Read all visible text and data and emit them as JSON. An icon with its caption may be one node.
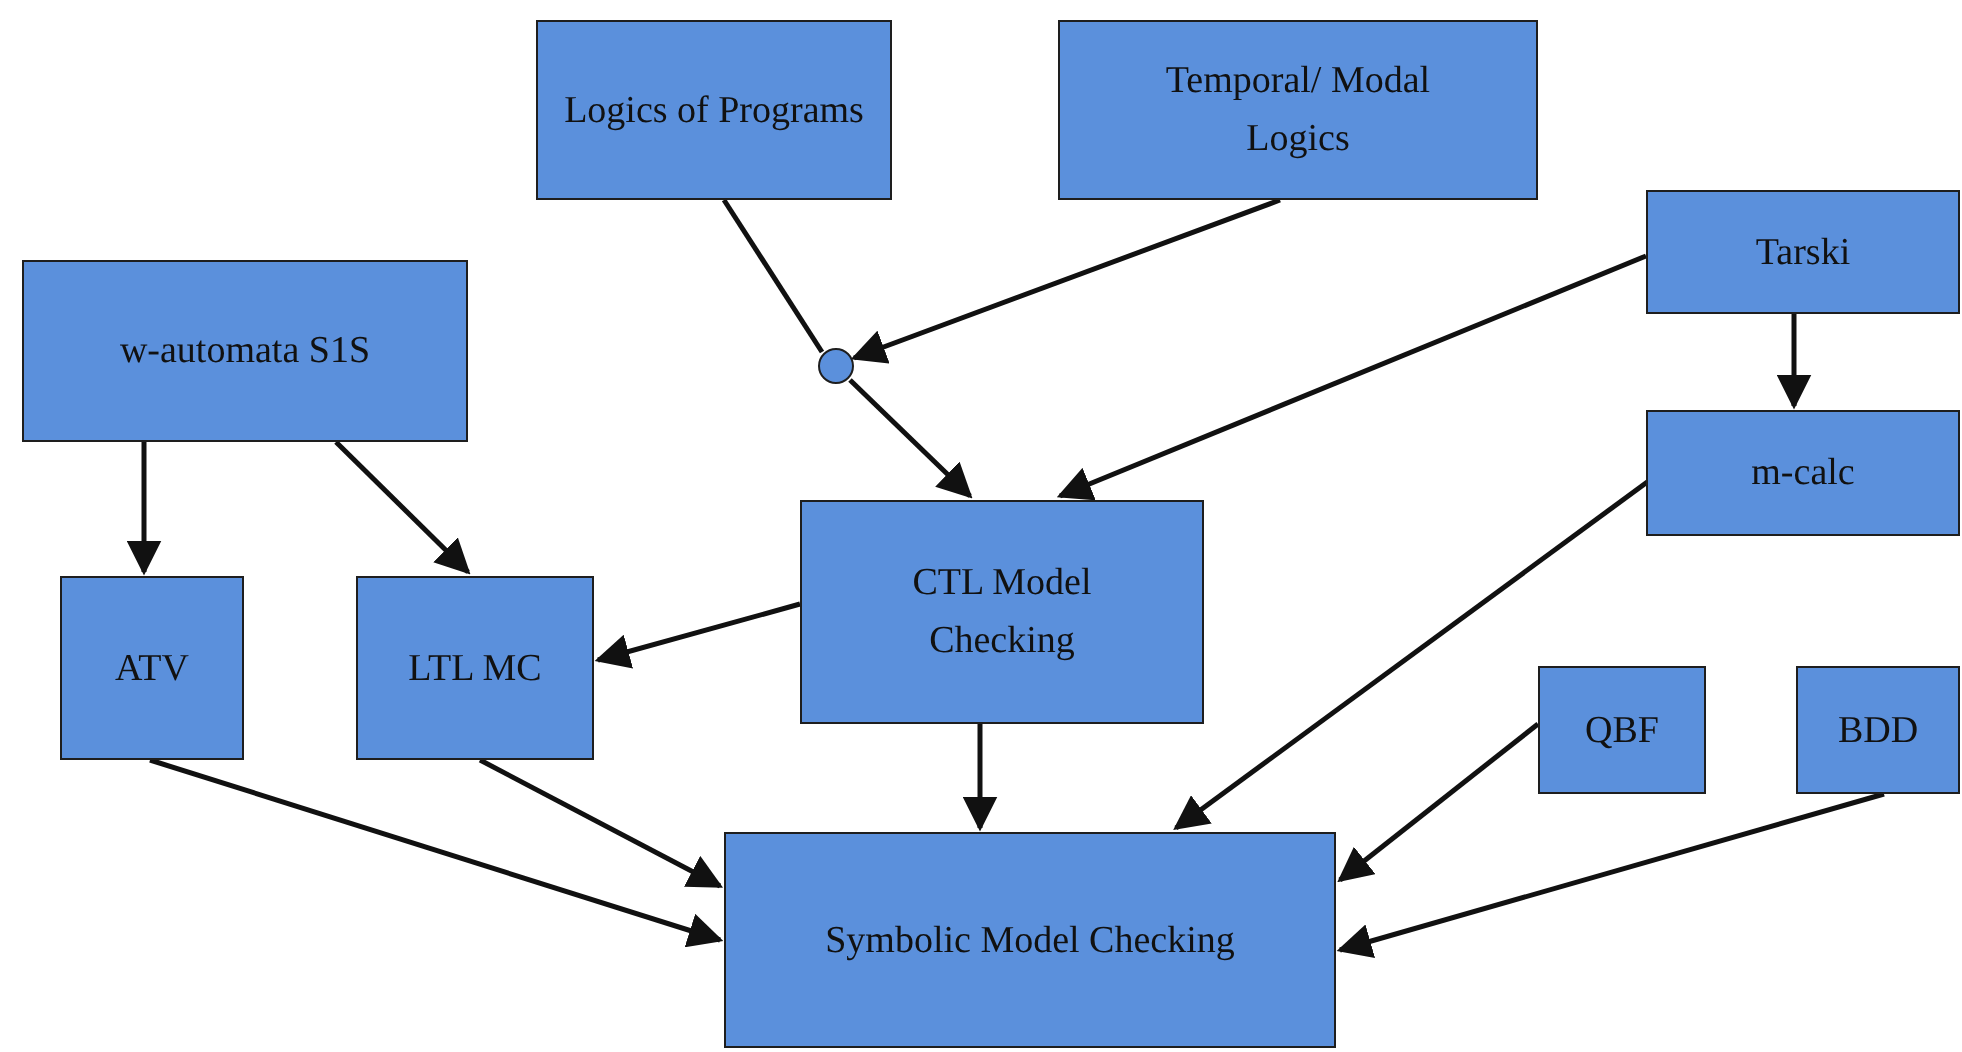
{
  "diagram": {
    "nodes": [
      {
        "text": [
          "Logics of Programs"
        ]
      },
      {
        "text": [
          "Temporal/ Modal Logics"
        ]
      },
      {
        "text": [
          "w-automata S1S"
        ]
      },
      {
        "text": [
          "Tarski"
        ]
      },
      {
        "text": [],
        "shape": "circle"
      },
      {
        "text": [
          "m-calc"
        ]
      },
      {
        "text": [
          "ATV"
        ]
      },
      {
        "text": [
          "LTL MC"
        ]
      },
      {
        "text": [
          "CTL Model Checking"
        ]
      },
      {
        "text": [
          "QBF"
        ]
      },
      {
        "text": [
          "BDD"
        ]
      },
      {
        "text": [
          "Symbolic Model Checking"
        ]
      }
    ],
    "edges": [
      {
        "from": 0,
        "to": 4,
        "arrow": "none"
      },
      {
        "from": 1,
        "to": 4,
        "arrow": "to"
      },
      {
        "from": 4,
        "to": 8,
        "arrow": "to"
      },
      {
        "from": 3,
        "to": 8,
        "arrow": "to"
      },
      {
        "from": 3,
        "to": 5,
        "arrow": "to"
      },
      {
        "from": 2,
        "to": 6,
        "arrow": "to"
      },
      {
        "from": 2,
        "to": 7,
        "arrow": "to"
      },
      {
        "from": 8,
        "to": 7,
        "arrow": "to"
      },
      {
        "from": 8,
        "to": 11,
        "arrow": "to"
      },
      {
        "from": 5,
        "to": 11,
        "arrow": "to"
      },
      {
        "from": 9,
        "to": 11,
        "arrow": "to"
      },
      {
        "from": 10,
        "to": 11,
        "arrow": "to"
      },
      {
        "from": 6,
        "to": 11,
        "arrow": "to"
      },
      {
        "from": 7,
        "to": 11,
        "arrow": "to"
      }
    ]
  }
}
